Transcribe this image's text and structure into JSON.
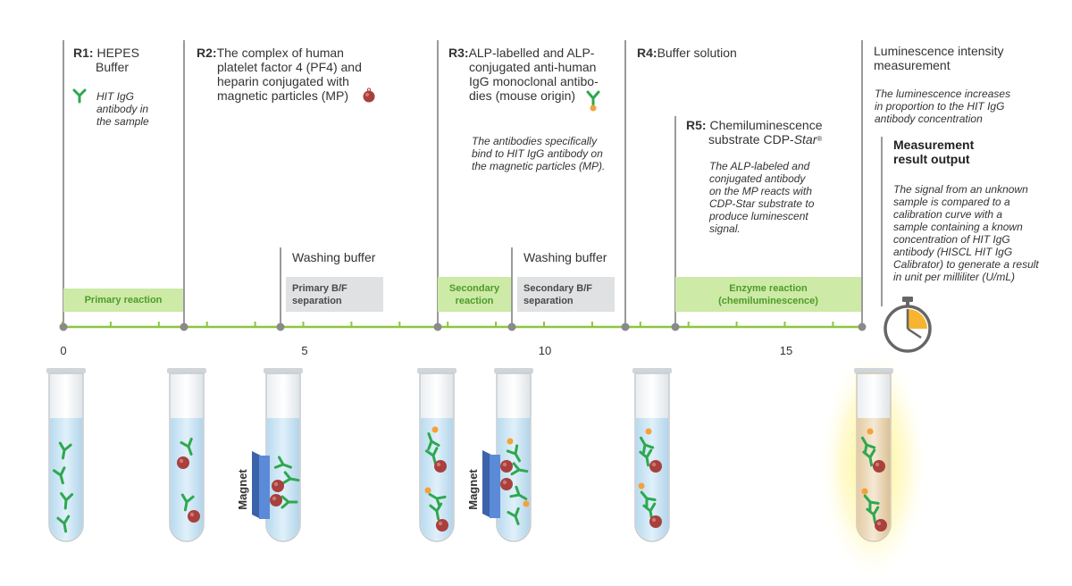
{
  "colors": {
    "axis": "#8cc63f",
    "guide": "#9a9a9a",
    "phase_green_bg": "#cdeaa6",
    "phase_green_text": "#4e9b2a",
    "phase_grey_bg": "#dfe1e2",
    "antibody": "#2ea84f",
    "particle": "#a8403d",
    "label_dot": "#f4a13a",
    "magnet": "#4a7bd0",
    "liquid": "#cfe7f5",
    "glow": "#fff28a"
  },
  "steps": {
    "r1": {
      "tag": "R1:",
      "line1": "HEPES",
      "line2": "Buffer",
      "note": [
        "HIT IgG",
        "antibody in",
        "the sample"
      ]
    },
    "r2": {
      "tag": "R2:",
      "lines": [
        "The complex of human",
        "platelet factor 4 (PF4) and",
        "heparin conjugated with",
        "magnetic particles (MP)"
      ]
    },
    "r3": {
      "tag": "R3:",
      "lines": [
        "ALP-labelled and ALP-",
        "conjugated anti-human",
        "IgG monoclonal antibo-",
        "dies (mouse origin)"
      ],
      "note": [
        "The antibodies specifically",
        "bind to HIT IgG antibody on",
        "the magnetic particles (MP)."
      ]
    },
    "r4": {
      "tag": "R4:",
      "label": "Buffer solution"
    },
    "r5": {
      "tag": "R5:",
      "line1": "Chemiluminescence",
      "line2_prefix": "substrate CDP-",
      "line2_italic": "Star",
      "line2_mark": "®",
      "note": [
        "The ALP-labeled and",
        "conjugated antibody",
        "on the MP reacts with",
        "CDP-Star substrate to",
        "produce luminescent",
        "signal."
      ]
    },
    "wash1": "Washing buffer",
    "wash2": "Washing buffer",
    "lum": {
      "lines": [
        "Luminescence intensity",
        "measurement"
      ],
      "note": [
        "The luminescence increases",
        "in proportion to the HIT IgG",
        "antibody concentration"
      ]
    },
    "output": {
      "title": [
        "Measurement",
        "result output"
      ],
      "note": [
        "The signal from an unknown",
        "sample is compared to a",
        "calibration curve with a",
        "sample containing a known",
        "concentration of HIT IgG",
        "antibody (HISCL HIT IgG",
        "Calibrator) to generate a result",
        "in unit per milliliter (U/mL)"
      ]
    }
  },
  "phases": {
    "primary_reaction": [
      "Primary reaction"
    ],
    "primary_bf": [
      "Primary B/F",
      "separation"
    ],
    "secondary_reaction": [
      "Secondary",
      "reaction"
    ],
    "secondary_bf": [
      "Secondary B/F",
      "separation"
    ],
    "enzyme_reaction": [
      "Enzyme reaction",
      "(chemiluminescence)"
    ]
  },
  "axis": {
    "ticks": [
      "0",
      "5",
      "10",
      "15"
    ],
    "min": 0,
    "max": 17.2
  },
  "magnet_label": "Magnet",
  "icons": {
    "antibody": "antibody-icon",
    "particle": "magnetic-particle-icon",
    "timer": "stopwatch-icon"
  }
}
